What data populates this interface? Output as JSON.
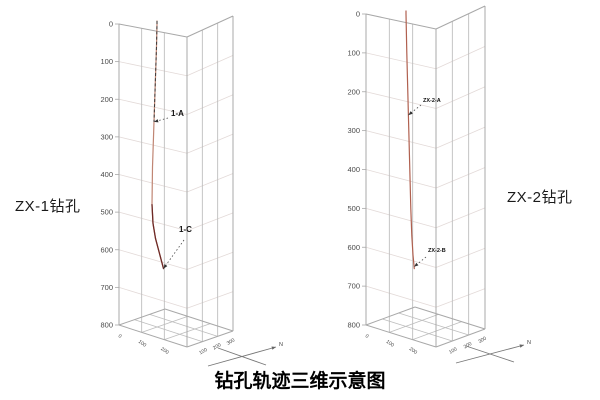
{
  "figure": {
    "title": "钻孔轨迹三维示意图",
    "plots": [
      {
        "side_label": "ZX-1钻孔"
      },
      {
        "side_label": "ZX-2钻孔"
      }
    ]
  },
  "colors": {
    "trajectory_zx1": "#c08573",
    "trajectory_zx1_dark": "#6e2a26",
    "trajectory_zx2": "#b0604f",
    "dashed_overlay": "#3b3b3b",
    "box_edge": "#a8a8a8",
    "wall_grid_vertical": "#bdbdbd",
    "wall_grid_horizontal": "#e3dad8",
    "tick_label": "#4a4a4a",
    "annotation_text": "#111111",
    "north_arrow": "#777777"
  },
  "chart_data": [
    {
      "type": "line",
      "projection": "3d-wireframe-box",
      "title": "ZX-1钻孔",
      "z_axis": {
        "range": [
          0,
          800
        ],
        "ticks": [
          0,
          100,
          200,
          300,
          400,
          500,
          600,
          700,
          800
        ],
        "direction": "depth-down"
      },
      "base_axis": {
        "left_edge_ticks": [
          "0",
          "100",
          "200"
        ],
        "right_edge_ticks": [
          "100",
          "200",
          "300"
        ]
      },
      "north_label": "N",
      "series": [
        {
          "name": "ZX-1 borehole trajectory",
          "style": "solid-red-with-dashed-overlay-and-dark-bend",
          "points": [
            {
              "depth": 0,
              "dx": 0
            },
            {
              "depth": 60,
              "dx": -0.5
            },
            {
              "depth": 140,
              "dx": -1.5
            },
            {
              "depth": 260,
              "dx": -3
            },
            {
              "depth": 380,
              "dx": -4.5
            },
            {
              "depth": 480,
              "dx": -5
            },
            {
              "depth": 530,
              "dx": -4
            },
            {
              "depth": 570,
              "dx": -1.5
            },
            {
              "depth": 610,
              "dx": 2.5
            },
            {
              "depth": 650,
              "dx": 6.5
            }
          ]
        }
      ],
      "annotations": [
        {
          "label": "1-A",
          "depth": 260
        },
        {
          "label": "1-C",
          "depth": 650
        }
      ]
    },
    {
      "type": "line",
      "projection": "3d-wireframe-box",
      "title": "ZX-2钻孔",
      "z_axis": {
        "range": [
          0,
          800
        ],
        "ticks": [
          0,
          100,
          200,
          300,
          400,
          500,
          600,
          700,
          800
        ],
        "direction": "depth-down"
      },
      "base_axis": {
        "left_edge_ticks": [
          "0",
          "100",
          "200"
        ],
        "right_edge_ticks": [
          "100",
          "200",
          "300"
        ]
      },
      "north_label": "N",
      "series": [
        {
          "name": "ZX-2 borehole trajectory",
          "style": "solid-red",
          "points": [
            {
              "depth": 0,
              "dx": 0
            },
            {
              "depth": 100,
              "dx": 0.8
            },
            {
              "depth": 200,
              "dx": 1.8
            },
            {
              "depth": 300,
              "dx": 2.8
            },
            {
              "depth": 400,
              "dx": 3.8
            },
            {
              "depth": 500,
              "dx": 4.8
            },
            {
              "depth": 570,
              "dx": 5.8
            },
            {
              "depth": 620,
              "dx": 7
            },
            {
              "depth": 655,
              "dx": 8.3
            }
          ]
        }
      ],
      "annotations": [
        {
          "label": "ZX-2-A",
          "depth": 260
        },
        {
          "label": "ZX-2-B",
          "depth": 650
        }
      ]
    }
  ]
}
